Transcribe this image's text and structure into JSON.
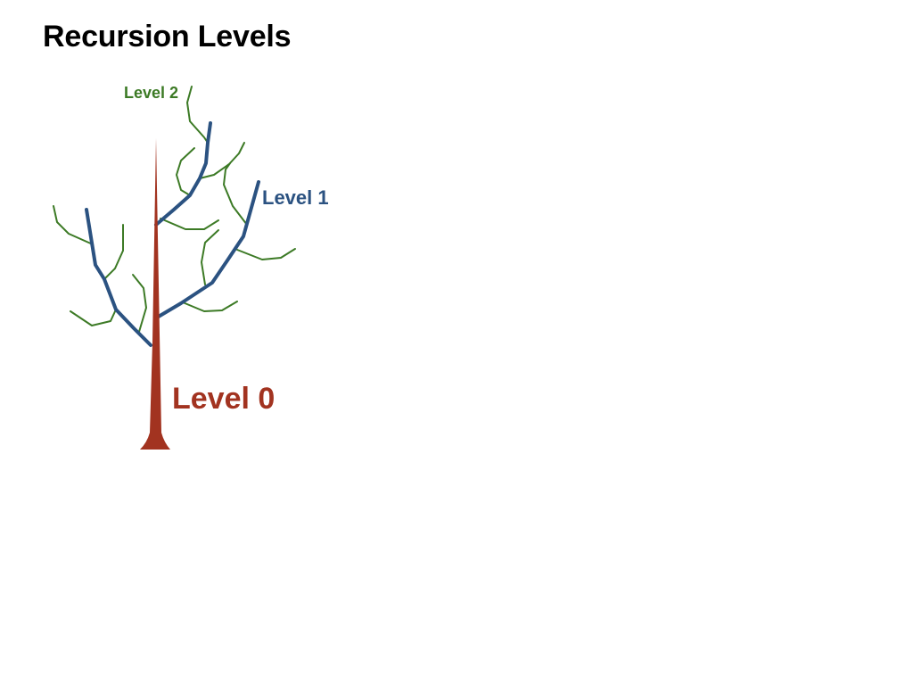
{
  "slide": {
    "title": "Recursion Levels"
  },
  "levels": [
    {
      "label": "Level 0",
      "color": "#a23320"
    },
    {
      "label": "Level 1",
      "color": "#2b5281"
    },
    {
      "label": "Level 2",
      "color": "#3c7a25"
    }
  ],
  "colors": {
    "background": "#ffffff",
    "title": "#000000"
  }
}
